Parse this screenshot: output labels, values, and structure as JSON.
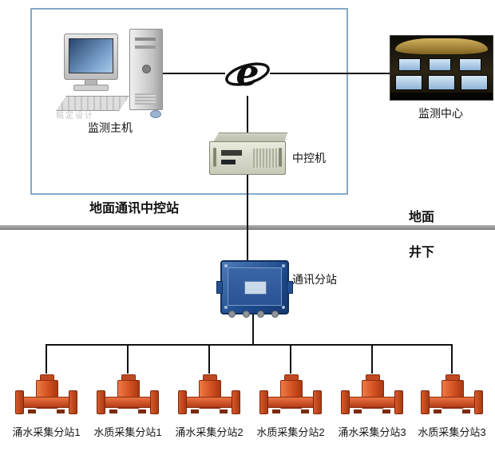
{
  "nodes": {
    "host_label": "监测主机",
    "center_label": "监测中心",
    "control_machine_label": "中控机",
    "ground_station_label": "地面通讯中控站",
    "surface_label": "地面",
    "underground_label": "井下",
    "substation_label": "通讯分站"
  },
  "devices": [
    {
      "label": "涌水采集分站1"
    },
    {
      "label": "水质采集分站1"
    },
    {
      "label": "涌水采集分站2"
    },
    {
      "label": "水质采集分站2"
    },
    {
      "label": "涌水采集分站3"
    },
    {
      "label": "水质采集分站3"
    }
  ],
  "icons": {
    "internet_glyph": "e"
  },
  "watermark": "稿定设计",
  "colors": {
    "ground_box_border": "#84a9c9",
    "divider_gray": "#8a8a8a",
    "device_orange": "#d9532c",
    "substation_blue": "#2a5294",
    "line_black": "#111111"
  }
}
